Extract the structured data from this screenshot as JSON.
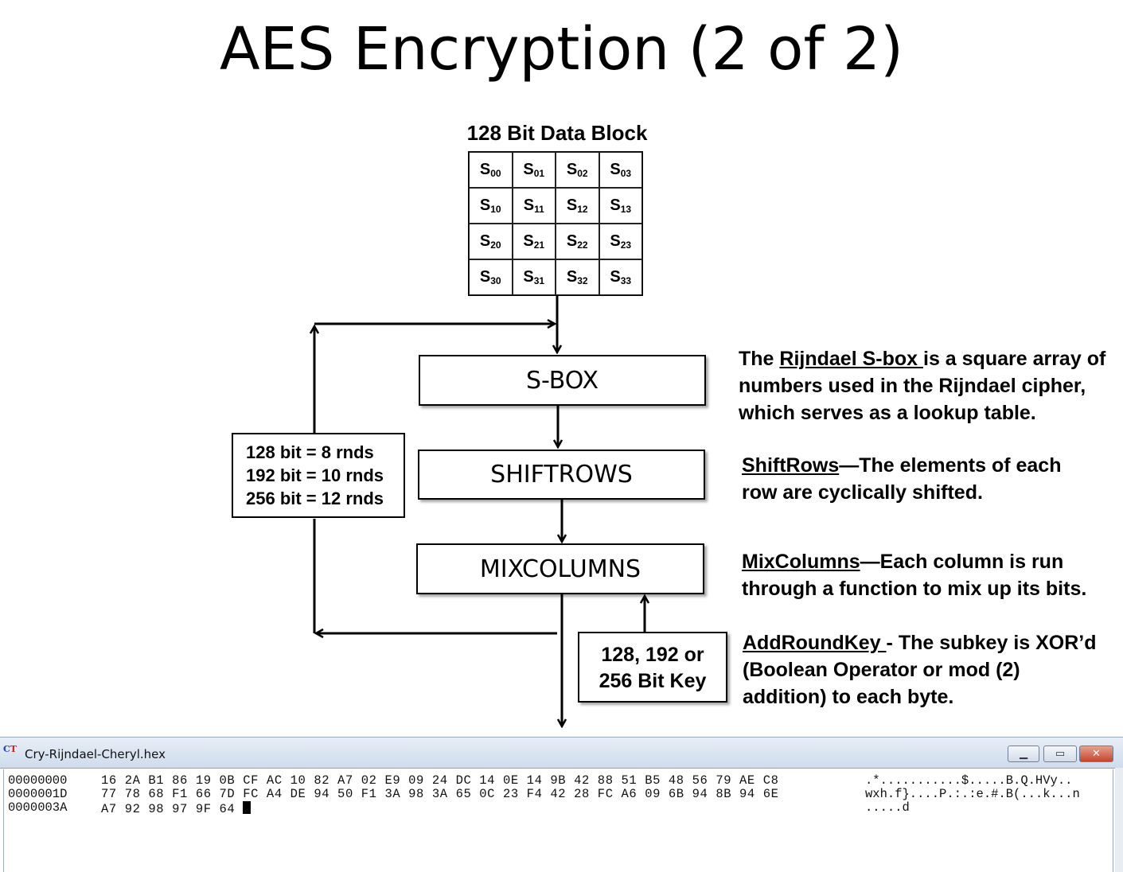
{
  "slide": {
    "title": "AES Encryption (2 of 2)",
    "block_title": "128 Bit Data Block",
    "state_grid": [
      [
        {
          "b": "S",
          "s": "00"
        },
        {
          "b": "S",
          "s": "01"
        },
        {
          "b": "S",
          "s": "02"
        },
        {
          "b": "S",
          "s": "03"
        }
      ],
      [
        {
          "b": "S",
          "s": "10"
        },
        {
          "b": "S",
          "s": "11"
        },
        {
          "b": "S",
          "s": "12"
        },
        {
          "b": "S",
          "s": "13"
        }
      ],
      [
        {
          "b": "S",
          "s": "20"
        },
        {
          "b": "S",
          "s": "21"
        },
        {
          "b": "S",
          "s": "22"
        },
        {
          "b": "S",
          "s": "23"
        }
      ],
      [
        {
          "b": "S",
          "s": "30"
        },
        {
          "b": "S",
          "s": "31"
        },
        {
          "b": "S",
          "s": "32"
        },
        {
          "b": "S",
          "s": "33"
        }
      ]
    ],
    "steps": {
      "sbox": "S-BOX",
      "shiftrows": "SHIFTROWS",
      "mixcolumns": "MIXCOLUMNS"
    },
    "rounds": [
      "128 bit = 8 rnds",
      "192 bit = 10 rnds",
      "256 bit = 12 rnds"
    ],
    "key_box": [
      "128, 192 or",
      "256 Bit Key"
    ],
    "descriptions": {
      "sbox": {
        "pre": "The ",
        "term": "Rijndael S-box ",
        "rest": "is a square array of numbers used in the Rijndael cipher, which serves as a lookup table."
      },
      "shiftrows": {
        "term": "ShiftRows",
        "rest": "—The elements of each row are cyclically shifted."
      },
      "mixcolumns": {
        "term": "MixColumns",
        "rest": "—Each column is run through a function to mix up its bits."
      },
      "addroundkey": {
        "term": "AddRoundKey ",
        "rest": "- The subkey is XOR’d (Boolean Operator or mod (2) addition) to each byte."
      }
    }
  },
  "hex_window": {
    "title": "Cry-Rijndael-Cheryl.hex",
    "icon": "ct-app-icon",
    "buttons": {
      "minimize": "minimize-icon",
      "maximize": "maximize-icon",
      "close": "close-icon"
    },
    "rows": [
      {
        "addr": "00000000",
        "bytes": "16 2A B1 86 19 0B CF AC 10 82 A7 02 E9 09 24 DC 14 0E 14 9B 42 88 51 B5 48 56 79 AE C8",
        "ascii": ".*...........$.....B.Q.HVy.."
      },
      {
        "addr": "0000001D",
        "bytes": "77 78 68 F1 66 7D FC A4 DE 94 50 F1 3A 98 3A 65 0C 23 F4 42 28 FC A6 09 6B 94 8B 94 6E",
        "ascii": "wxh.f}....P.:.:e.#.B(...k...n"
      },
      {
        "addr": "0000003A",
        "bytes": "A7 92 98 97 9F 64 ",
        "ascii": ".....d"
      }
    ]
  }
}
